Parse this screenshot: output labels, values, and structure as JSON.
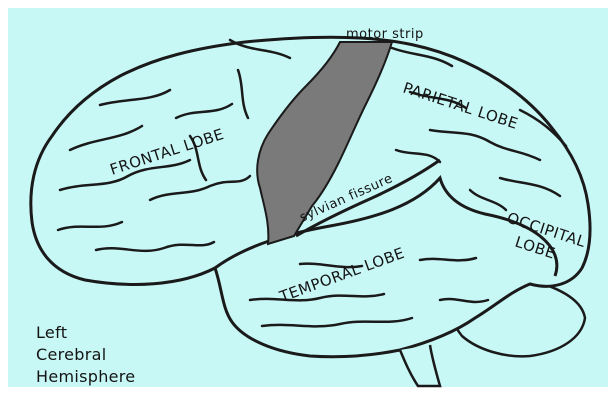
{
  "diagram": {
    "colors": {
      "background": "#c8f8f6",
      "frame": "#ffffff",
      "outline": "#1a1a1a",
      "motor_strip": "#7a7a7a",
      "label": "#141414"
    },
    "labels": {
      "motor_strip": "motor strip",
      "frontal_lobe": "FRONTAL LOBE",
      "parietal_lobe": "PARIETAL LOBE",
      "sylvian_fissure": "sylvian fissure",
      "temporal_lobe": "TEMPORAL LOBE",
      "occipital_lobe_line1": "OCCIPITAL",
      "occipital_lobe_line2": "LOBE"
    },
    "caption": {
      "line1": "Left",
      "line2": "Cerebral",
      "line3": "Hemisphere"
    }
  }
}
